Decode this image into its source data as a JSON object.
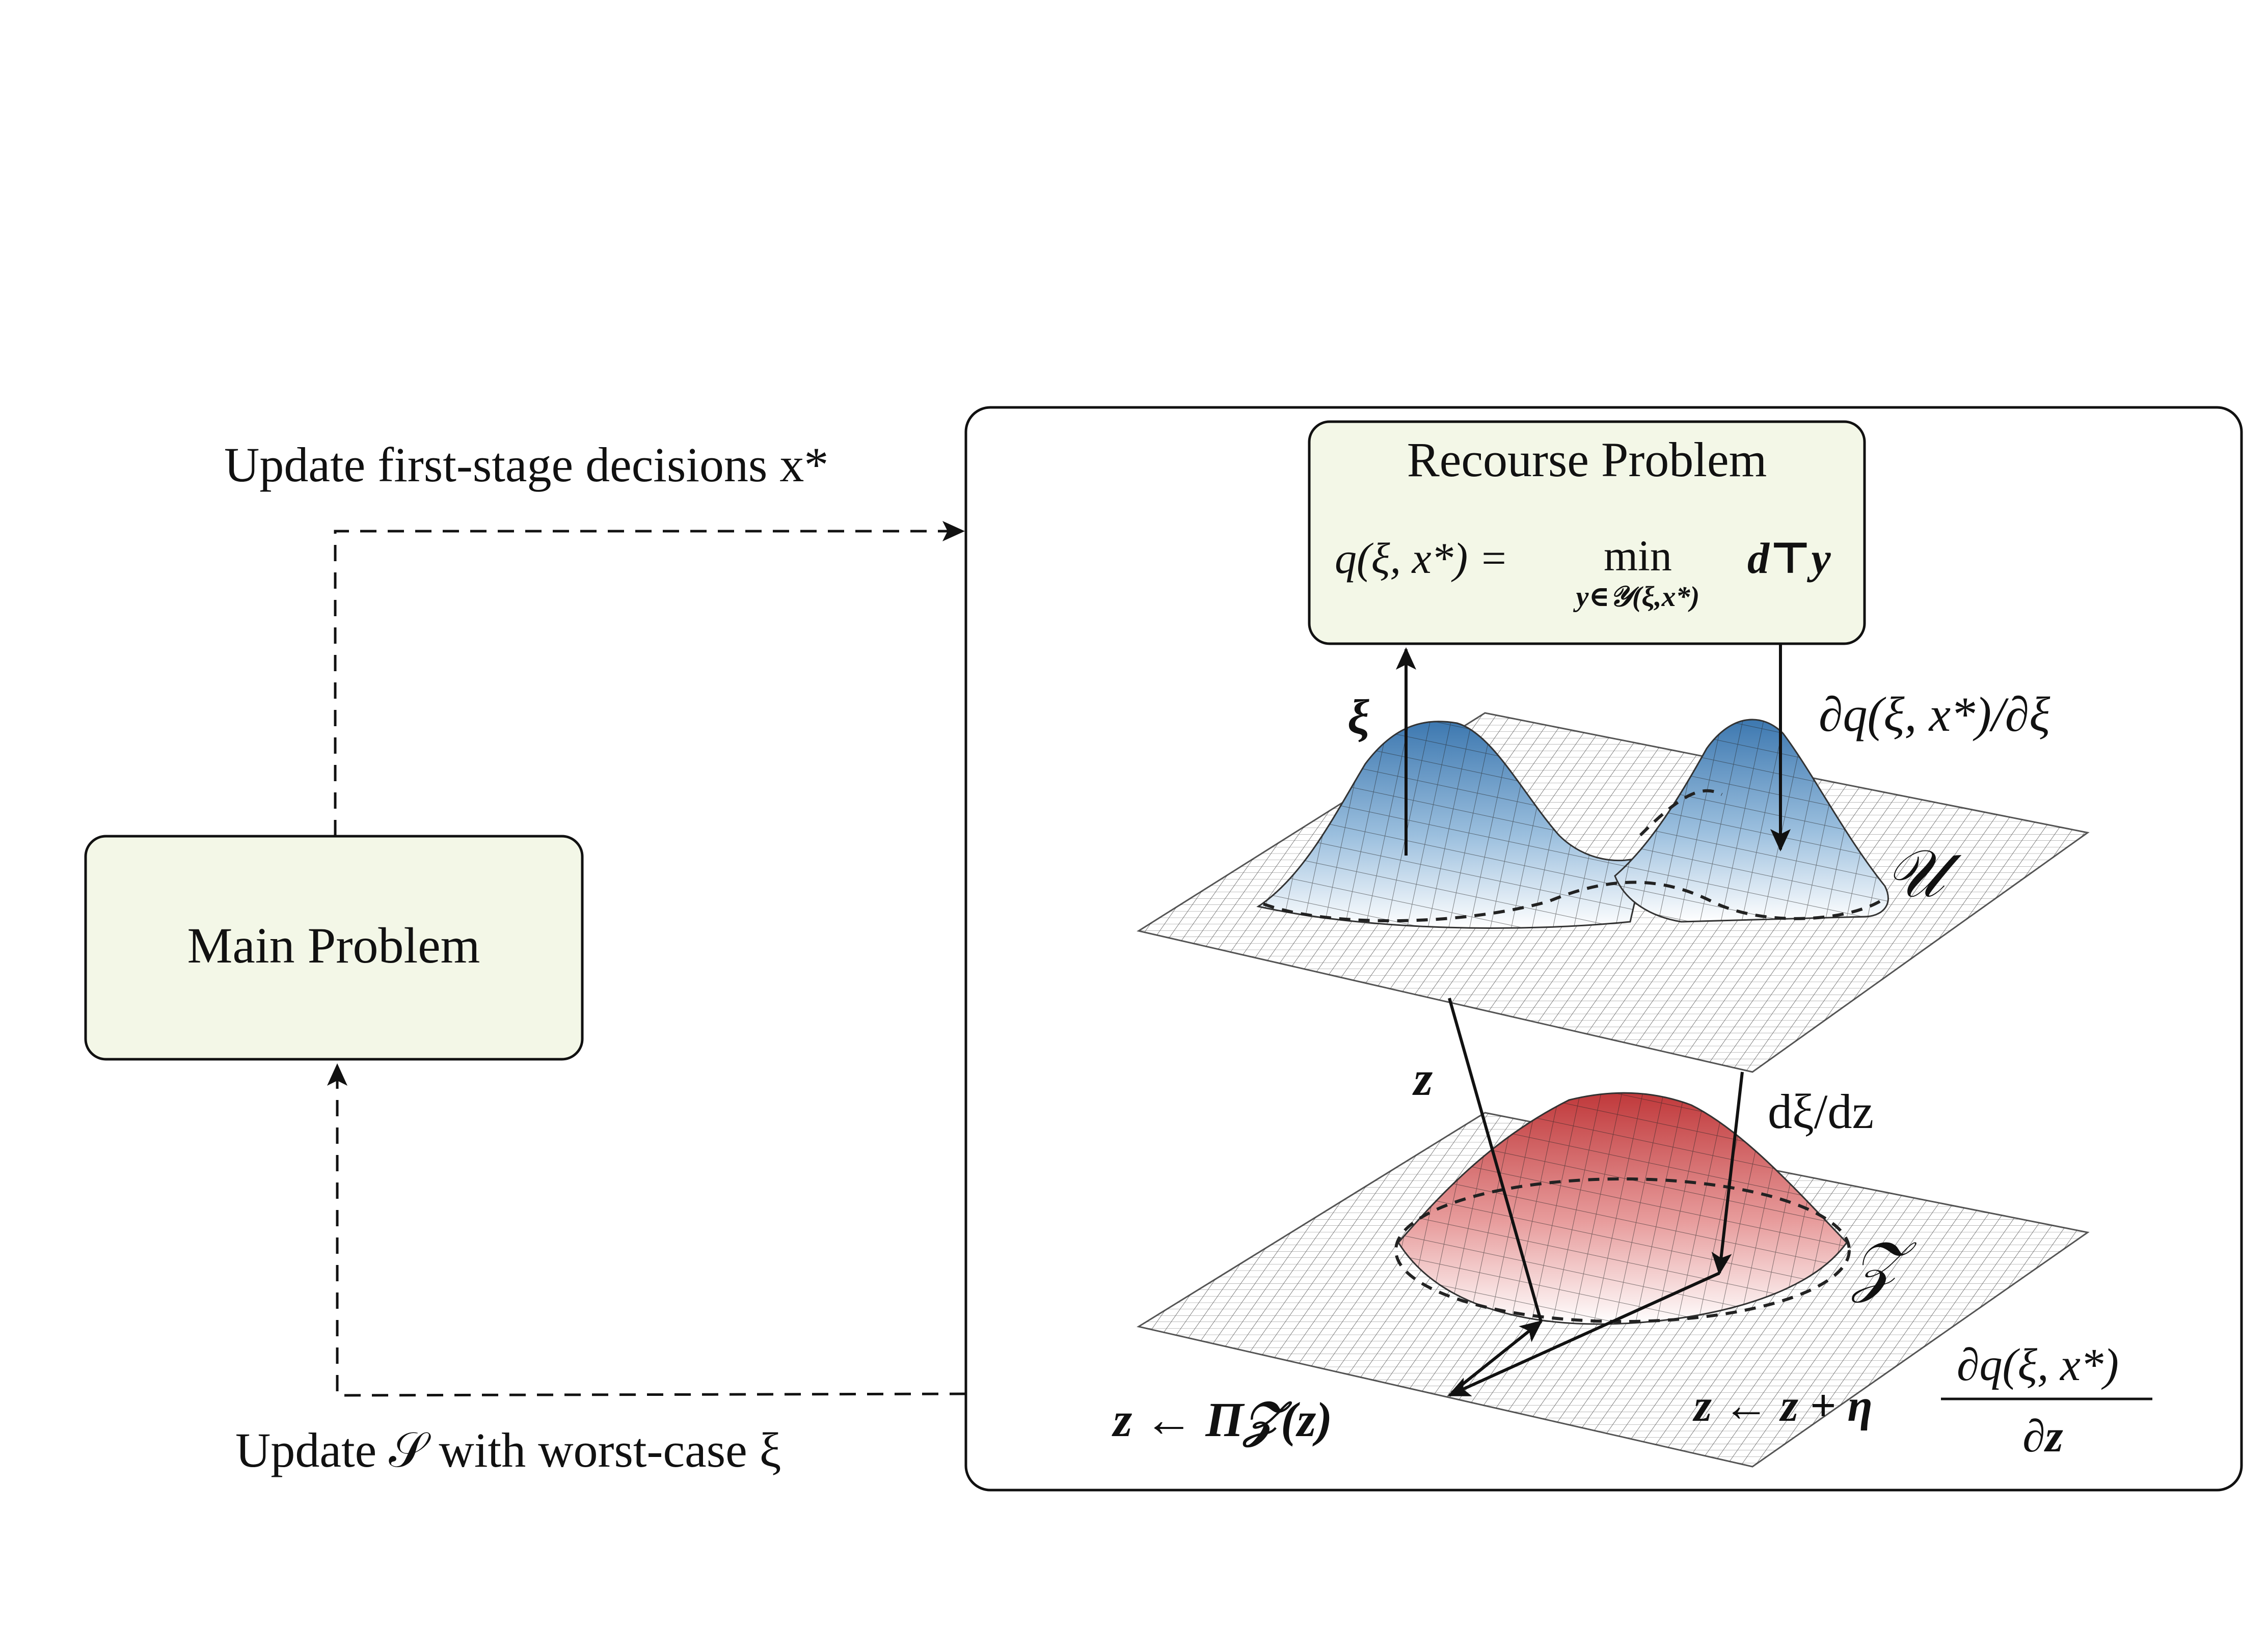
{
  "diagram": {
    "main_box": {
      "label": "Main Problem"
    },
    "recourse_box": {
      "title": "Recourse Problem",
      "formula_lhs": "q(ξ, x*) =",
      "formula_min": "min",
      "formula_sub": "y∈𝒴(ξ,x*)",
      "formula_obj": "d⊤y"
    },
    "edges": {
      "top_label": "Update first-stage decisions x*",
      "bottom_label": "Update 𝒮 with worst-case ξ"
    },
    "surfaces": {
      "upper_label": "𝒰",
      "lower_label": "𝒵"
    },
    "arrow_labels": {
      "xi": "ξ",
      "dq_dxi": "∂q(ξ, x*)/∂ξ",
      "z": "z",
      "dxi_dz": "dξ/dz",
      "projection": "z ← Π𝒵(z)",
      "gradient_step_lhs": "z ← z + η",
      "gradient_step_num": "∂q(ξ, x*)",
      "gradient_step_den": "∂z"
    },
    "colors": {
      "box_fill": "#f3f7e7",
      "upper_peak": "#3d78b0",
      "lower_peak": "#c0393b",
      "outline": "#111111"
    }
  }
}
